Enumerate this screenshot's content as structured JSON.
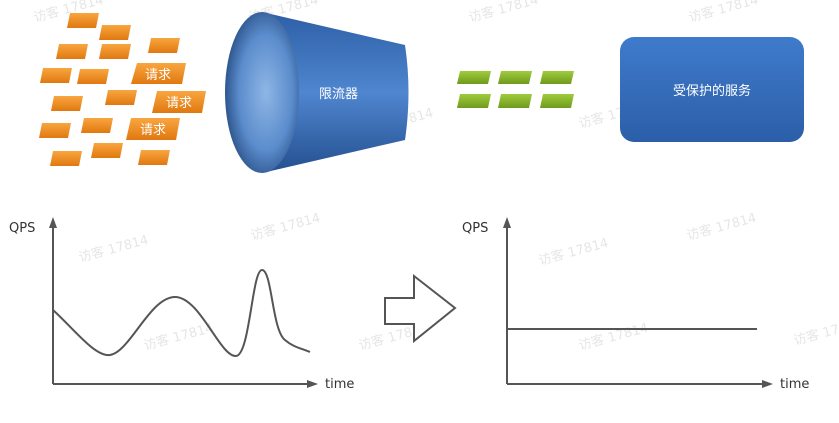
{
  "requests": {
    "label": "请求",
    "color": "#f08a1c"
  },
  "limiter": {
    "label": "限流器",
    "color": "#3d6fb6"
  },
  "passed": {
    "color": "#8ab82e"
  },
  "service": {
    "label": "受保护的服务",
    "color": "#3a74c4"
  },
  "left_chart": {
    "y_label": "QPS",
    "x_label": "time",
    "shape": "fluctuating with peaks"
  },
  "right_chart": {
    "y_label": "QPS",
    "x_label": "time",
    "shape": "flat constant"
  },
  "watermark": "访客 17814"
}
